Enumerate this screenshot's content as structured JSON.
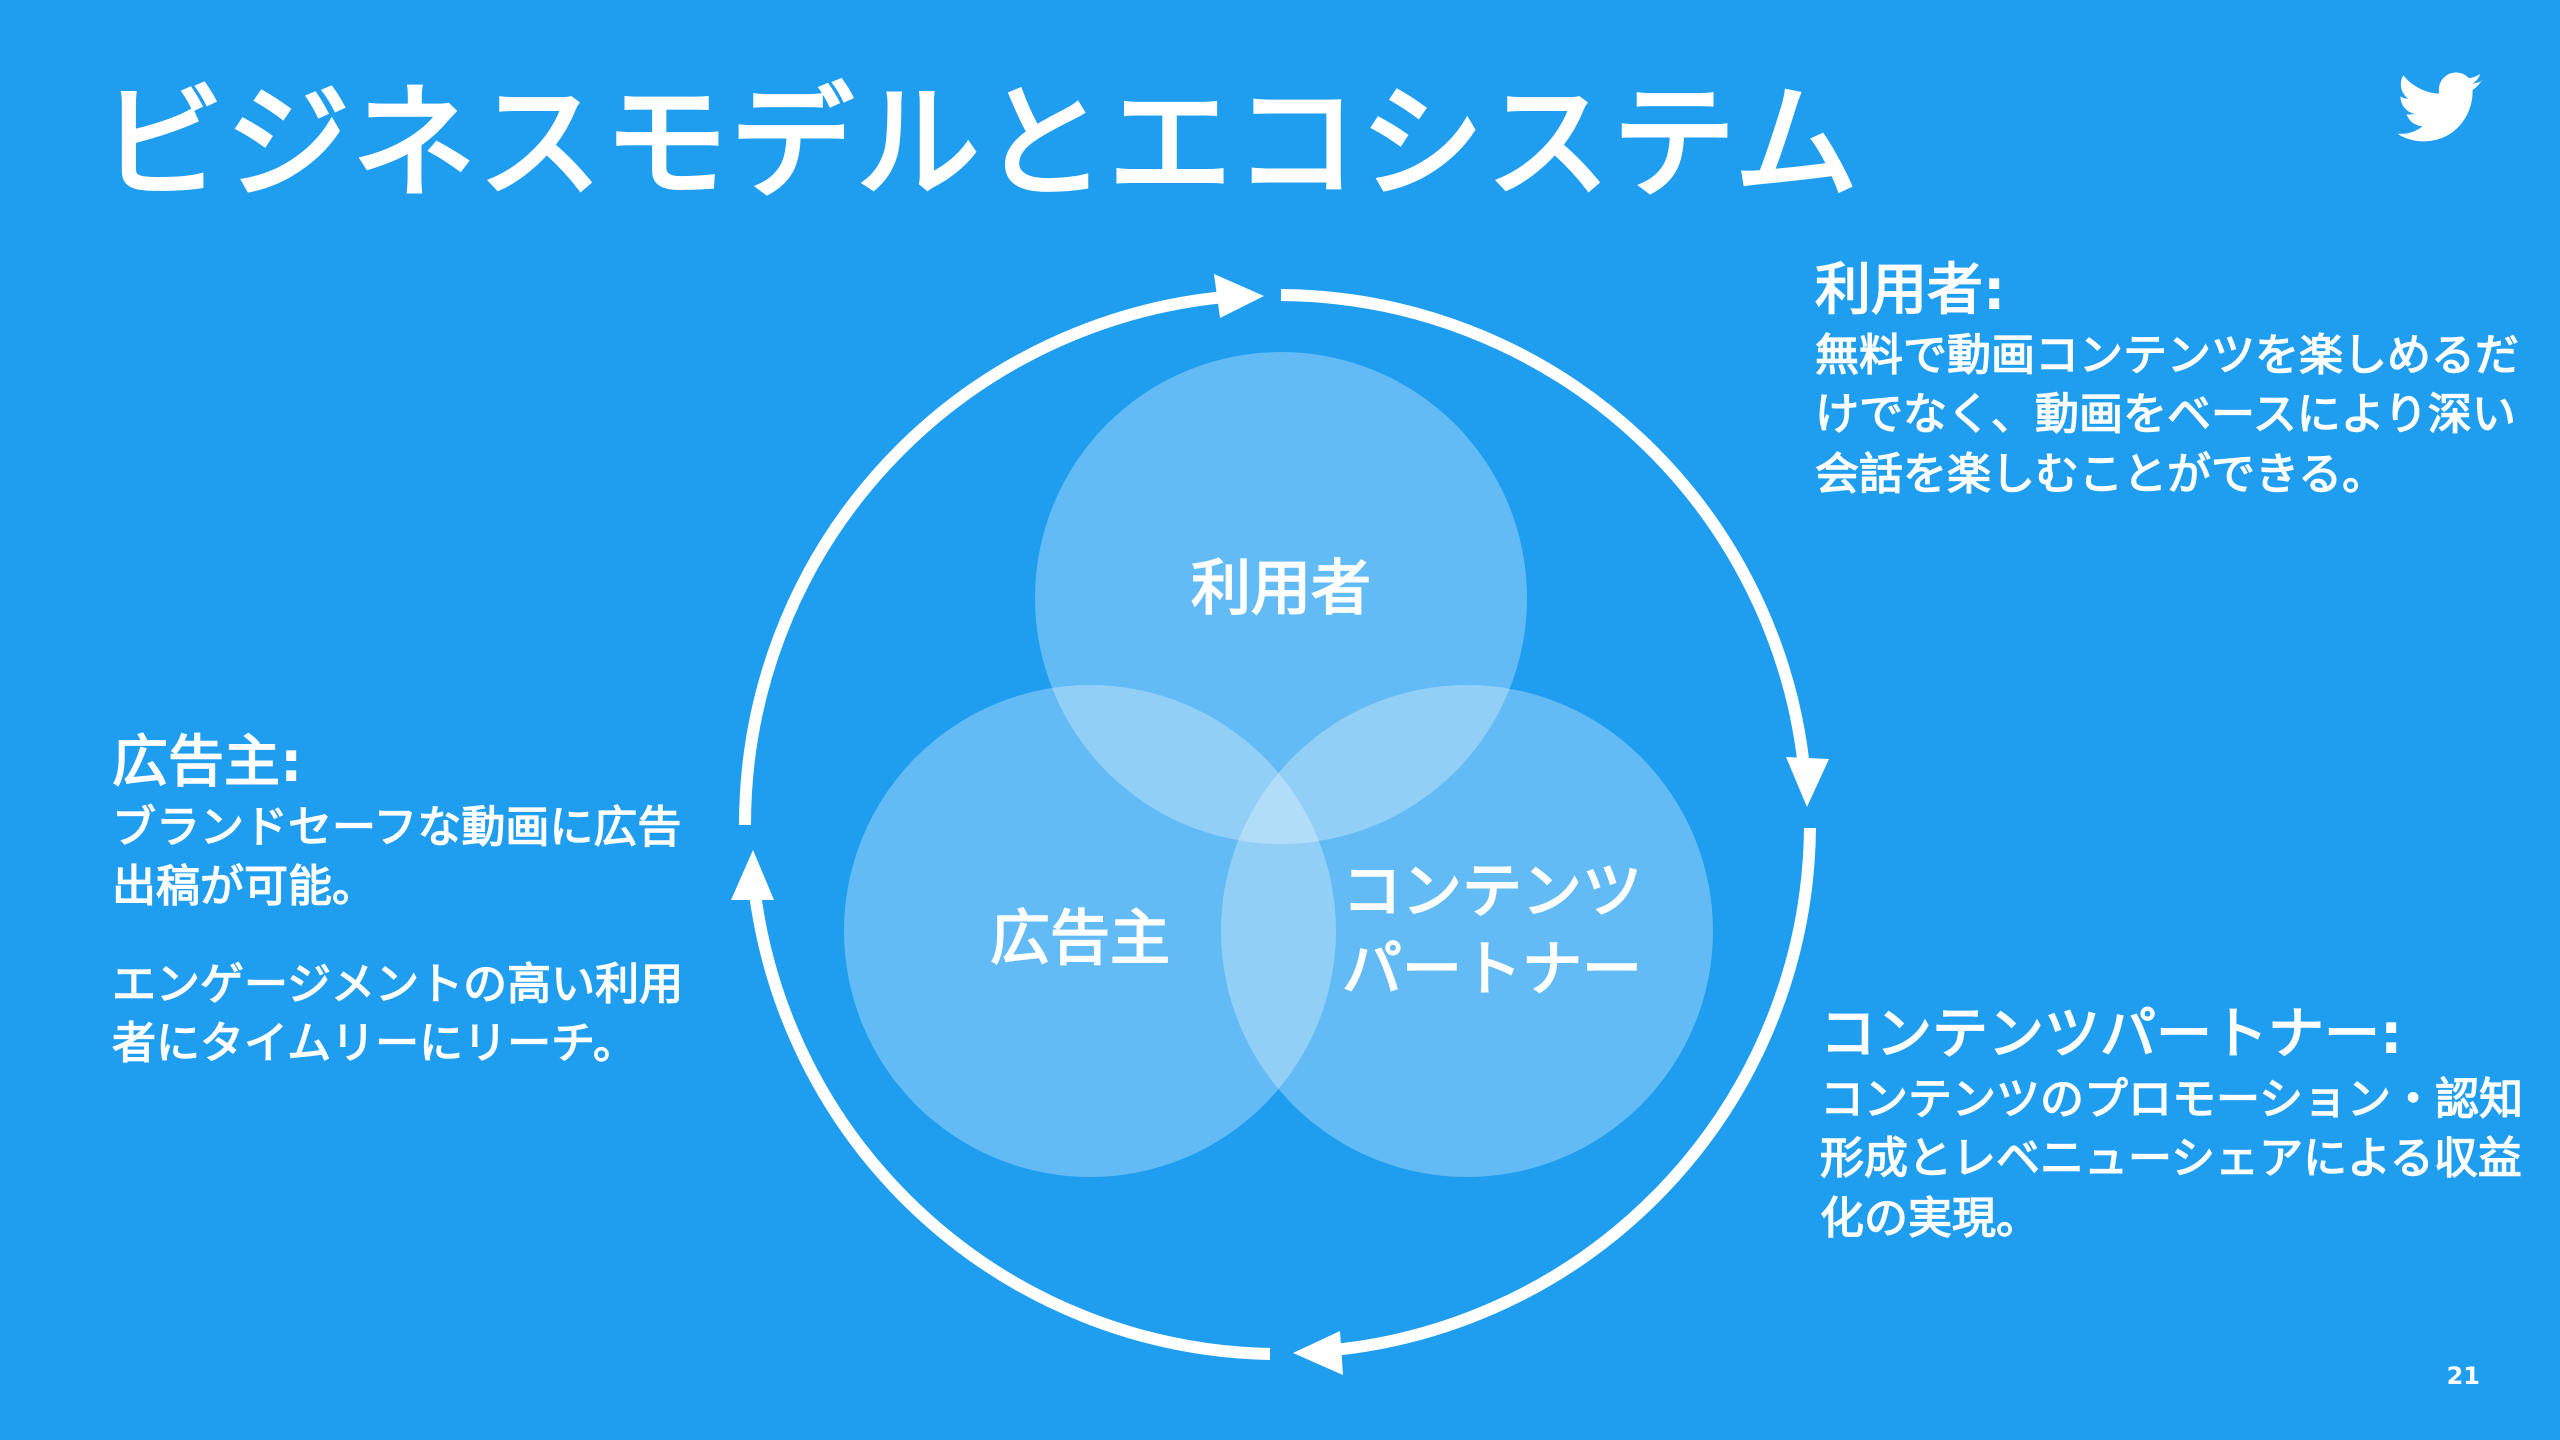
{
  "slide": {
    "title": "ビジネスモデルとエコシステム",
    "page_number": "21",
    "logo_icon": "twitter-bird-icon",
    "background_color": "#1f9ef0"
  },
  "venn": {
    "circles": [
      {
        "label": "利用者"
      },
      {
        "label_line1": "コンテンツ",
        "label_line2": "パートナー"
      },
      {
        "label": "広告主"
      }
    ]
  },
  "cycle": {
    "direction": "clockwise",
    "arrowheads": 4
  },
  "annotations": {
    "users": {
      "heading": "利用者:",
      "body": "無料で動画コンテンツを楽しめるだけでなく、動画をベースにより深い会話を楽しむことができる。"
    },
    "advertisers": {
      "heading": "広告主:",
      "body1": "ブランドセーフな動画に広告出稿が可能。",
      "body2": "エンゲージメントの高い利用者にタイムリーにリーチ。"
    },
    "partners": {
      "heading": "コンテンツパートナー:",
      "body": "コンテンツのプロモーション・認知形成とレベニューシェアによる収益化の実現。"
    }
  }
}
